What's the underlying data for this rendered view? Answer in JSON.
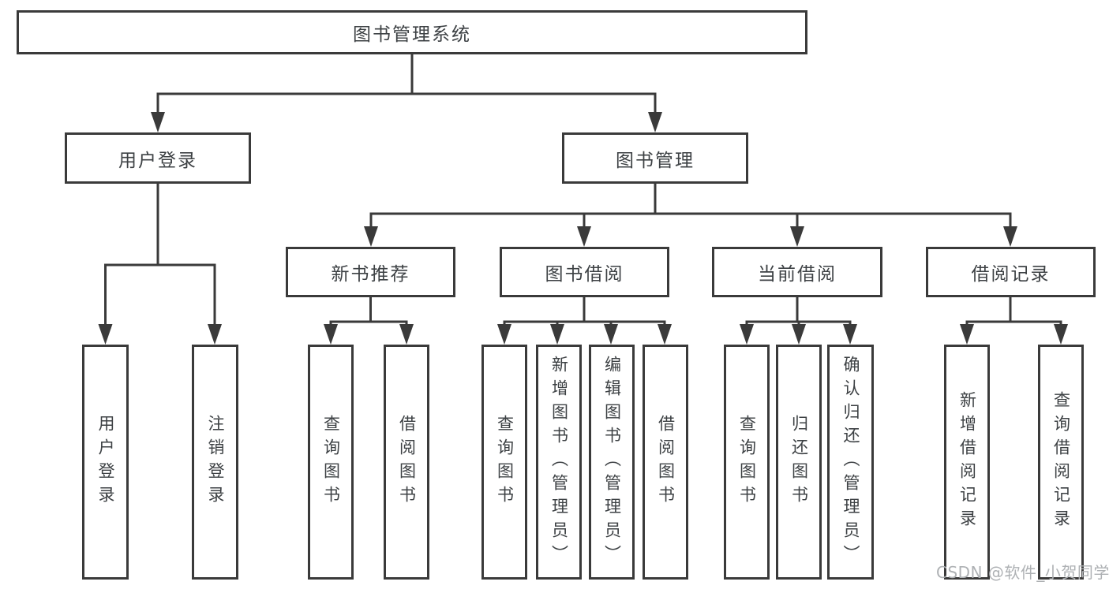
{
  "root": {
    "label": "图书管理系统"
  },
  "level2": {
    "user_login": {
      "label": "用户登录"
    },
    "book_mgmt": {
      "label": "图书管理"
    }
  },
  "level3": {
    "new_books": {
      "label": "新书推荐"
    },
    "borrow": {
      "label": "图书借阅"
    },
    "current": {
      "label": "当前借阅"
    },
    "records": {
      "label": "借阅记录"
    }
  },
  "leaves": {
    "user_login_1": {
      "label": "用户登录"
    },
    "user_login_2": {
      "label": "注销登录"
    },
    "new_books_1": {
      "label": "查询图书"
    },
    "new_books_2": {
      "label": "借阅图书"
    },
    "borrow_1": {
      "label": "查询图书"
    },
    "borrow_2": {
      "label": "新增图书（管理员）"
    },
    "borrow_3": {
      "label": "编辑图书（管理员）"
    },
    "borrow_4": {
      "label": "借阅图书"
    },
    "current_1": {
      "label": "查询图书"
    },
    "current_2": {
      "label": "归还图书"
    },
    "current_3": {
      "label": "确认归还（管理员）"
    },
    "records_1": {
      "label": "新增借阅记录"
    },
    "records_2": {
      "label": "查询借阅记录"
    }
  },
  "watermark": {
    "text": "CSDN @软件_小贺同学"
  },
  "colors": {
    "line": "#3a3a3a",
    "text": "#3d4144",
    "watermark": "#aeb1b4",
    "background": "#ffffff"
  }
}
